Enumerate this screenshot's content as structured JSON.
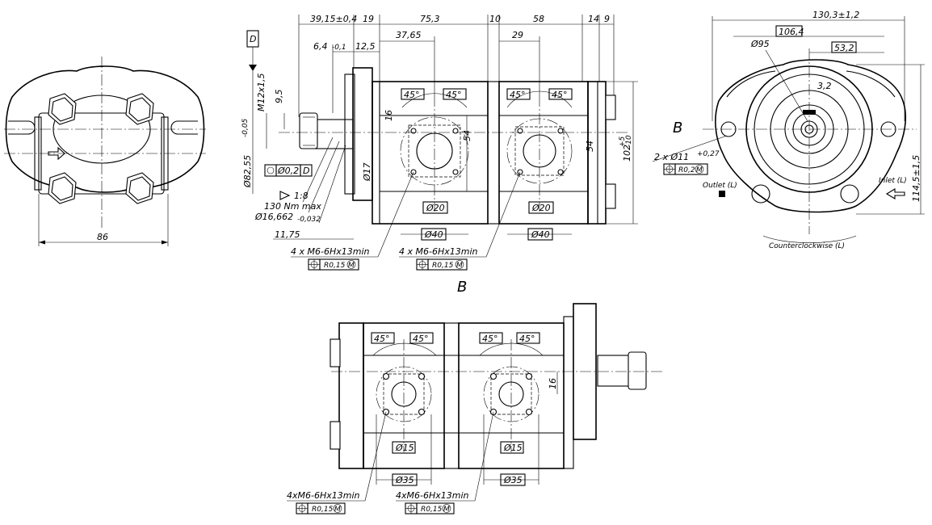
{
  "left_view": {
    "width_dim": "86"
  },
  "side_view": {
    "dims_top": [
      "39,15±0,4",
      "19",
      "75,3",
      "10",
      "58",
      "14",
      "9"
    ],
    "dims_second": [
      "6,4",
      "-0,1",
      "12,5",
      "37,65",
      "29"
    ],
    "datum": "D",
    "thread": "M12x1,5",
    "d95": "9,5",
    "flange_diameter": "Ø82,55",
    "flange_tol": "-0,05",
    "dim_16": "16",
    "dim_17": "Ø17",
    "dim_54a": "54",
    "dim_54b": "54",
    "height": "102",
    "height_tol_up": "+5",
    "height_tol_dn": "-10",
    "angles": [
      "45°",
      "45°",
      "45°",
      "45°"
    ],
    "port1": {
      "bore": "Ø20",
      "spacing": "Ø40"
    },
    "port2": {
      "bore": "Ø20",
      "spacing": "Ø40"
    },
    "taper": "1:8",
    "torque": "130 Nm max",
    "shaft_diameter": "Ø16,662",
    "shaft_tol": "-0,032",
    "shaft_len": "11,75",
    "geo_tol_1": "Ø0,2",
    "geo_tol_1_ref": "D",
    "thread_note_1": "4  x  M6-6Hx13min",
    "thread_note_2": "4  x  M6-6Hx13min",
    "pos_tol": "R0,15",
    "mod_m": "M"
  },
  "front_view": {
    "width": "130,3±1,2",
    "dim_106": "106,4",
    "dim_53": "53,2",
    "d95": "Ø95",
    "dim_32": "3,2",
    "section_label": "B",
    "holes": "2  x  Ø11",
    "holes_tol": "+0,27",
    "holes_pos": "R0,2",
    "mod_m": "M",
    "outlet": "Outlet (L)",
    "inlet": "Inlet (L)",
    "height": "114,5±1,5",
    "rotation": "Counterclockwise (L)"
  },
  "section_b": {
    "title": "B",
    "angles": [
      "45°",
      "45°",
      "45°",
      "45°"
    ],
    "dim_16": "16",
    "port1": {
      "bore": "Ø15",
      "spacing": "Ø35"
    },
    "port2": {
      "bore": "Ø15",
      "spacing": "Ø35"
    },
    "thread_note_1": "4xM6-6Hx13min",
    "thread_note_2": "4xM6-6Hx13min",
    "pos_tol": "R0,15",
    "mod_m": "M"
  }
}
